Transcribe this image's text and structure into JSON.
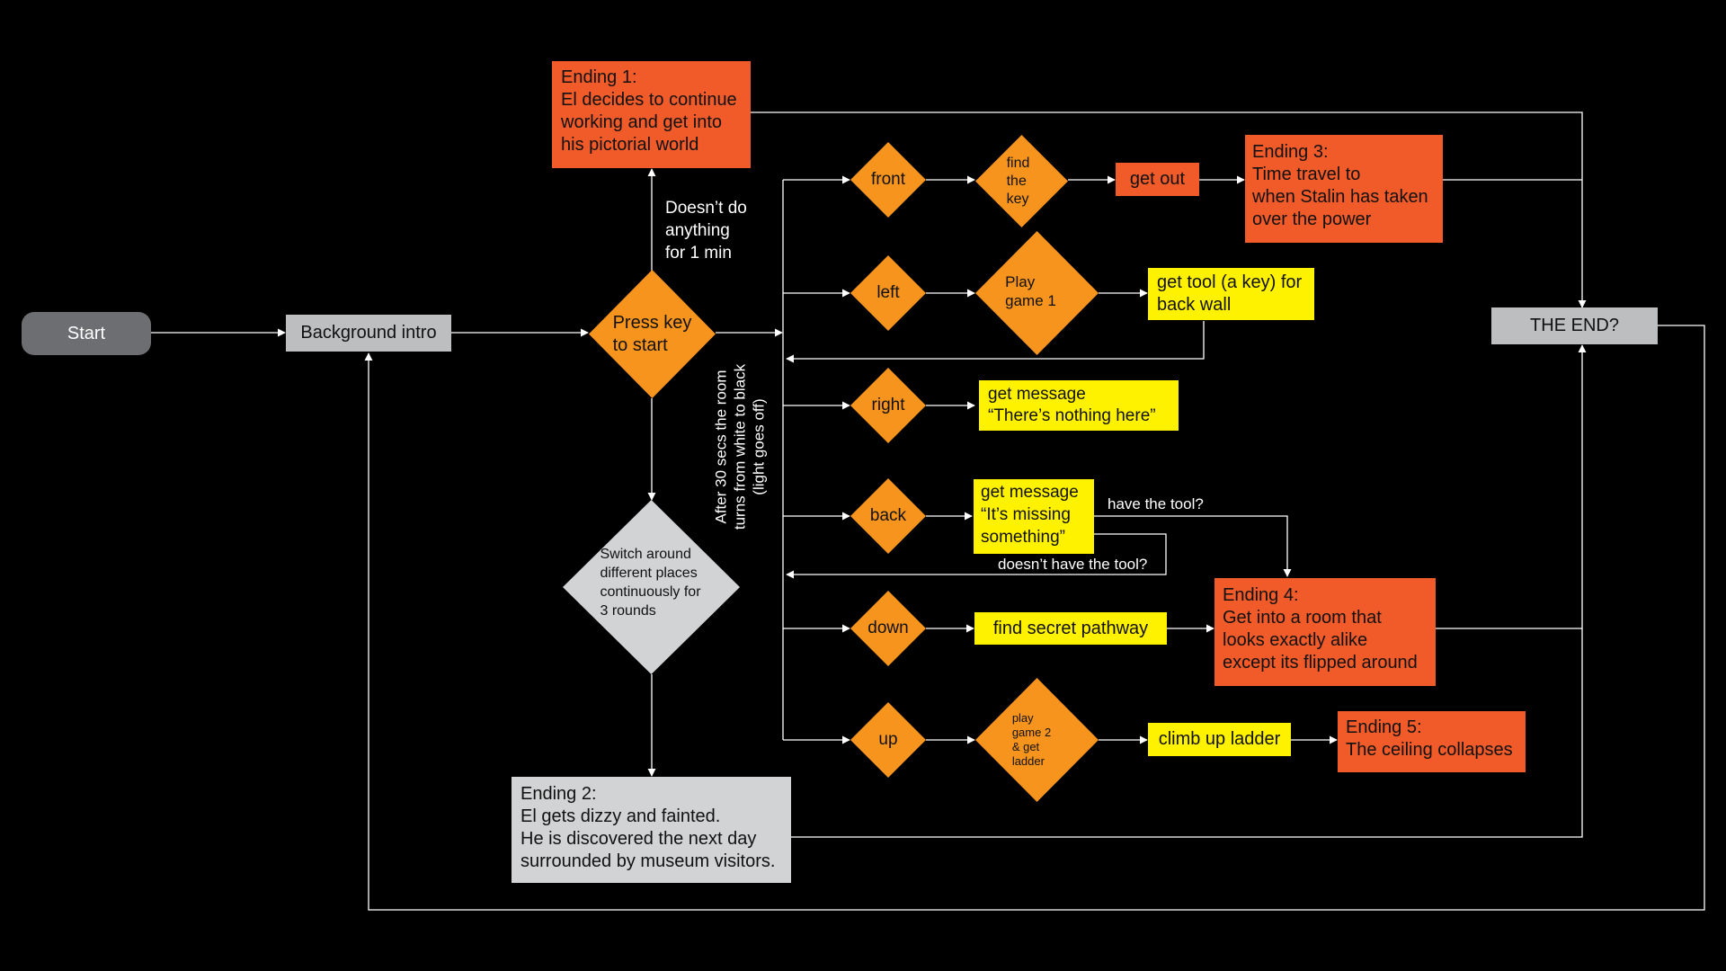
{
  "start": "Start",
  "background_intro": "Background intro",
  "press_key": "Press key\nto start",
  "idle_label": "Doesn’t do\nanything\nfor 1 min",
  "ending1": "Ending 1:\nEl decides to continue\nworking and get into\nhis pictorial world",
  "timer_label": "After 30 secs the room\nturns from white to black\n(light goes off)",
  "switch_places": "Switch around\ndifferent places\ncontinuously for\n3 rounds",
  "ending2": "Ending 2:\nEl gets dizzy and fainted.\nHe is discovered the next day\nsurrounded by museum visitors.",
  "directions": {
    "front": "front",
    "left": "left",
    "right": "right",
    "back": "back",
    "down": "down",
    "up": "up"
  },
  "find_key": "find\nthe\nkey",
  "get_out": "get out",
  "ending3": "Ending 3:\nTime travel to\nwhen Stalin has taken\nover the power",
  "play_game1": "Play\ngame 1",
  "get_tool": "get tool (a key) for\nback wall",
  "msg_nothing": "get message\n“There’s nothing here”",
  "msg_missing": "get message\n“It’s missing\nsomething”",
  "have_tool": "have the tool?",
  "no_tool": "doesn’t have the tool?",
  "secret_pathway": "find secret pathway",
  "ending4": "Ending 4:\nGet into a room that\nlooks exactly alike\nexcept its flipped around",
  "play_game2": "play\ngame 2\n& get\nladder",
  "climb_ladder": "climb up ladder",
  "ending5": "Ending 5:\nThe ceiling collapses",
  "the_end": "THE END?",
  "colors": {
    "orange": "#f7941d",
    "red": "#f15a29",
    "yellow": "#fff200",
    "light_gray": "#d1d3d4",
    "mid_gray": "#bcbec0",
    "dark_gray": "#6d6e71",
    "line": "#ffffff"
  }
}
